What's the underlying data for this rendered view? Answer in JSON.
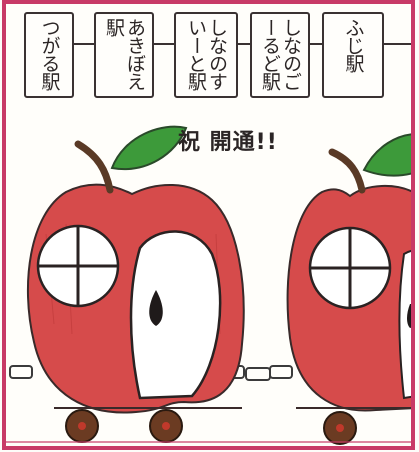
{
  "stations": [
    {
      "id": "tsugaru",
      "label": "つがる駅"
    },
    {
      "id": "akibonoe",
      "label": "あきぼえ駅"
    },
    {
      "id": "shinano-sweet",
      "label": "しなのすいーと駅"
    },
    {
      "id": "shinano-gold",
      "label": "しなのごーるど駅"
    },
    {
      "id": "fuji",
      "label": "ふじ駅"
    }
  ],
  "banner": "祝 開通!!",
  "colors": {
    "border": "#c83a67",
    "apple_red": "#d64b4b",
    "leaf_green": "#3d9a3a",
    "stem_brown": "#5a3a26",
    "wheel": "#6b3b22",
    "hub": "#c0392b"
  }
}
